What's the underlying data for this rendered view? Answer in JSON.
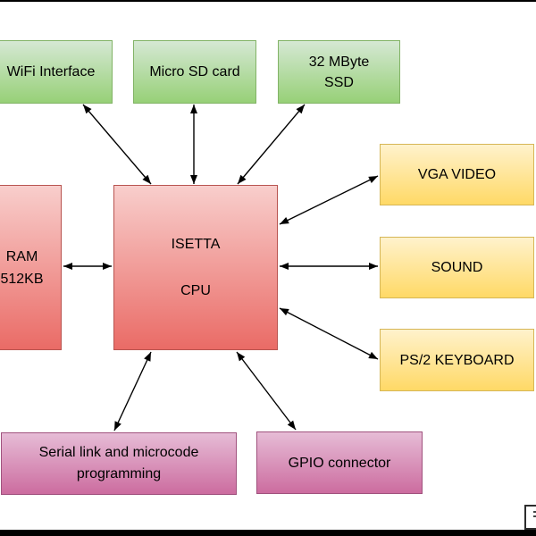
{
  "colors": {
    "green_top": "#d5e8d4",
    "green_bottom": "#97d077",
    "green_border": "#82b366",
    "red_top": "#f8cecc",
    "red_bottom": "#ea6b66",
    "red_border": "#b85450",
    "yellow_top": "#fff2cc",
    "yellow_bottom": "#ffd966",
    "yellow_border": "#d6b656",
    "pink_top": "#e6bcd6",
    "pink_bottom": "#cc6c9f",
    "pink_border": "#a0527e",
    "arrow": "#000000"
  },
  "nodes": {
    "wifi": {
      "label": "WiFi Interface"
    },
    "microsd": {
      "label": "Micro SD card"
    },
    "ssd": {
      "line1": "32 MByte",
      "line2": "SSD"
    },
    "ram": {
      "line1": "RAM",
      "line2": "512KB"
    },
    "cpu": {
      "line1": "ISETTA",
      "line2": "CPU"
    },
    "vga": {
      "label": "VGA VIDEO"
    },
    "sound": {
      "label": "SOUND"
    },
    "ps2": {
      "label": "PS/2 KEYBOARD"
    },
    "serial": {
      "line1": "Serial link and microcode",
      "line2": "programming"
    },
    "gpio": {
      "label": "GPIO connector"
    }
  },
  "connections": [
    {
      "from": "cpu",
      "to": "wifi",
      "bidirectional": true
    },
    {
      "from": "cpu",
      "to": "microsd",
      "bidirectional": true
    },
    {
      "from": "cpu",
      "to": "ssd",
      "bidirectional": true
    },
    {
      "from": "cpu",
      "to": "ram",
      "bidirectional": true
    },
    {
      "from": "cpu",
      "to": "vga",
      "bidirectional": true
    },
    {
      "from": "cpu",
      "to": "sound",
      "bidirectional": true
    },
    {
      "from": "cpu",
      "to": "ps2",
      "bidirectional": true
    },
    {
      "from": "cpu",
      "to": "serial",
      "bidirectional": true
    },
    {
      "from": "cpu",
      "to": "gpio",
      "bidirectional": true
    }
  ]
}
